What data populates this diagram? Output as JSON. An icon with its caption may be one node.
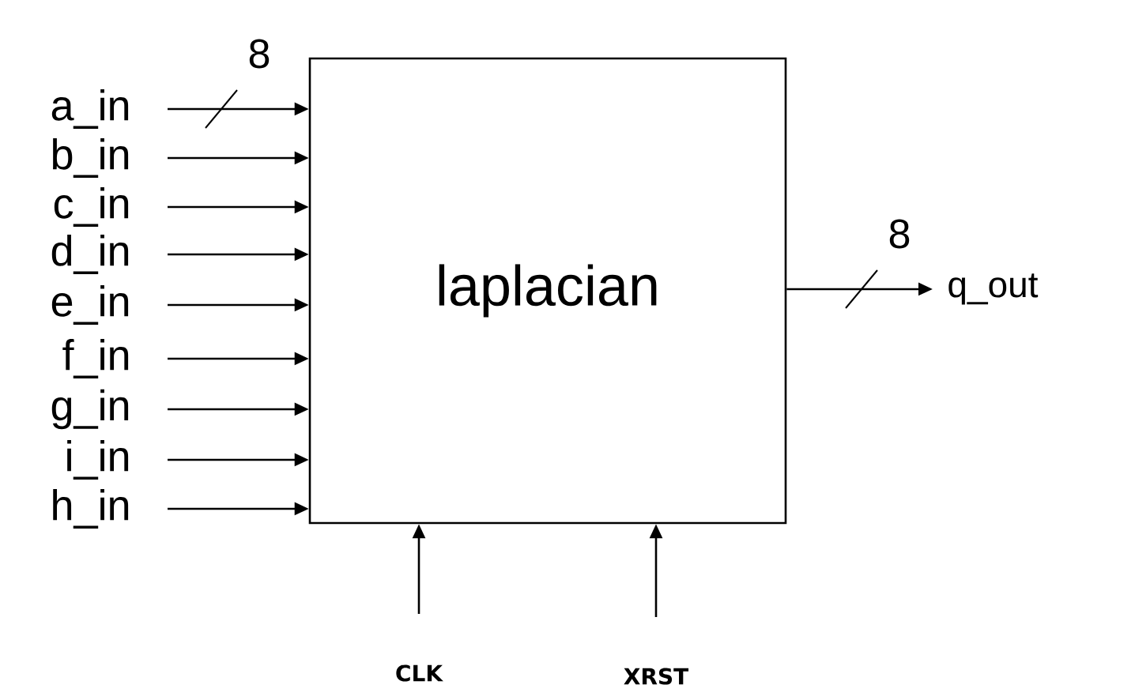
{
  "diagram": {
    "nodes": [
      {
        "text": [
          "laplacian"
        ]
      },
      {
        "text": [
          "a_in"
        ]
      },
      {
        "text": [
          "b_in"
        ]
      },
      {
        "text": [
          "c_in"
        ]
      },
      {
        "text": [
          "d_in"
        ]
      },
      {
        "text": [
          "e_in"
        ]
      },
      {
        "text": [
          "f_in"
        ]
      },
      {
        "text": [
          "g_in"
        ]
      },
      {
        "text": [
          "i_in"
        ]
      },
      {
        "text": [
          "h_in"
        ]
      },
      {
        "text": [
          "q_out"
        ]
      },
      {
        "text": [
          "CLK"
        ]
      },
      {
        "text": [
          "XRST"
        ]
      }
    ],
    "edges": [
      {
        "from": 1,
        "to": 0,
        "arrow": "to",
        "label": "8"
      },
      {
        "from": 2,
        "to": 0,
        "arrow": "to"
      },
      {
        "from": 3,
        "to": 0,
        "arrow": "to"
      },
      {
        "from": 4,
        "to": 0,
        "arrow": "to"
      },
      {
        "from": 5,
        "to": 0,
        "arrow": "to"
      },
      {
        "from": 6,
        "to": 0,
        "arrow": "to"
      },
      {
        "from": 7,
        "to": 0,
        "arrow": "to"
      },
      {
        "from": 8,
        "to": 0,
        "arrow": "to"
      },
      {
        "from": 9,
        "to": 0,
        "arrow": "to"
      },
      {
        "from": 0,
        "to": 10,
        "arrow": "to",
        "label": "8"
      },
      {
        "from": 11,
        "to": 0,
        "arrow": "to"
      },
      {
        "from": 12,
        "to": 0,
        "arrow": "to"
      }
    ]
  }
}
